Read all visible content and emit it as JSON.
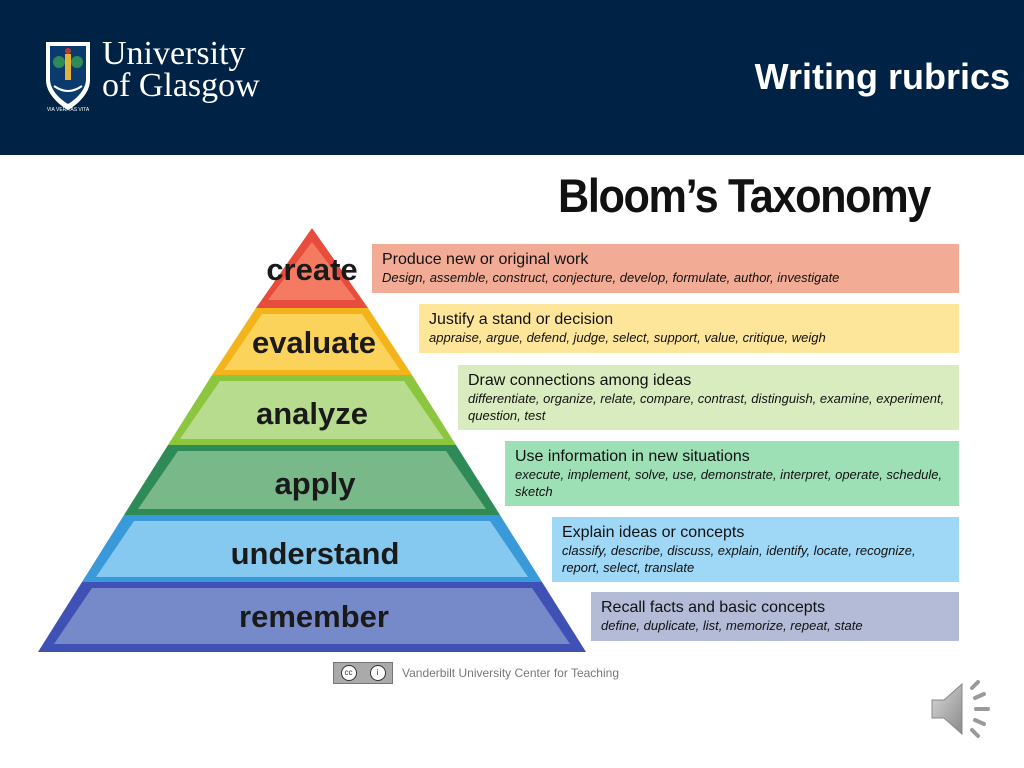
{
  "header": {
    "logo_line1": "University",
    "logo_line2": "of Glasgow",
    "crest_motto": "VIA VERITAS VITA",
    "slide_title": "Writing rubrics"
  },
  "figure": {
    "title": "Bloom’s Taxonomy",
    "levels": [
      {
        "label": "create",
        "heading": "Produce new or original work",
        "verbs": "Design, assemble, construct, conjecture, develop, formulate, author, investigate",
        "color": "#e74c3c",
        "box": "#f2ab94"
      },
      {
        "label": "evaluate",
        "heading": "Justify a stand or decision",
        "verbs": "appraise, argue, defend, judge, select, support, value, critique, weigh",
        "color": "#f7c531",
        "box": "#fde59a"
      },
      {
        "label": "analyze",
        "heading": "Draw connections among ideas",
        "verbs": "differentiate, organize, relate, compare, contrast, distinguish, examine, experiment, question, test",
        "color": "#b3d88d",
        "box": "#d9ecbf"
      },
      {
        "label": "apply",
        "heading": "Use information in new situations",
        "verbs": "execute, implement, solve, use, demonstrate, interpret, operate, schedule, sketch",
        "color": "#71bb85",
        "box": "#9ee0b6"
      },
      {
        "label": "understand",
        "heading": "Explain ideas or concepts",
        "verbs": "classify, describe, discuss, explain, identify, locate, recognize, report, select, translate",
        "color": "#82c7f2",
        "box": "#9ed8f6"
      },
      {
        "label": "remember",
        "heading": "Recall facts and basic concepts",
        "verbs": "define, duplicate, list, memorize, repeat, state",
        "color": "#6f86c4",
        "box": "#b3bbd6"
      }
    ],
    "credit": "Vanderbilt University Center for Teaching"
  },
  "icons": {
    "speaker": "speaker-icon",
    "license": "cc-by-icon"
  }
}
